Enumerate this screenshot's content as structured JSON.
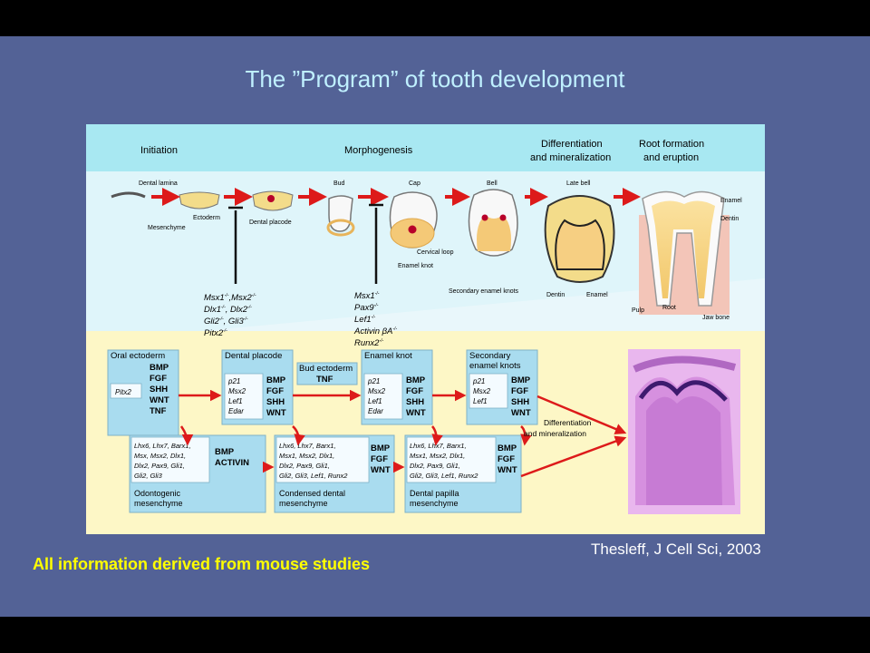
{
  "slide": {
    "title": "The ”Program” of tooth development",
    "citation": "Thesleff, J Cell Sci, 2003",
    "footnote": "All information derived from mouse studies"
  },
  "figure": {
    "stages": {
      "initiation": "Initiation",
      "morphogenesis": "Morphogenesis",
      "differentiation_1": "Differentiation",
      "differentiation_2": "and mineralization",
      "root_1": "Root formation",
      "root_2": "and eruption"
    },
    "labels": {
      "dental_lamina": "Dental lamina",
      "ectoderm": "Ectoderm",
      "mesenchyme": "Mesenchyme",
      "dental_placode": "Dental placode",
      "bud": "Bud",
      "cap": "Cap",
      "bell": "Bell",
      "late_bell": "Late bell",
      "cervical_loop": "Cervical loop",
      "enamel_knot": "Enamel knot",
      "secondary_enamel_knots": "Secondary enamel knots",
      "dentin": "Dentin",
      "enamel": "Enamel",
      "enamel_r": "Enamel",
      "dentin_r": "Dentin",
      "pulp": "Pulp",
      "root": "Root",
      "jaw_bone": "Jaw bone"
    },
    "knockouts_initiation": [
      "Msx1",
      "Msx2",
      "Dlx1",
      "Dlx2",
      "Gli2",
      "Gli3",
      "Pitx2"
    ],
    "knockouts_bud": [
      "Msx1",
      "Pax9",
      "Lef1",
      "Activin βA",
      "Runx2"
    ],
    "knockout_mark": "-/-",
    "boxes": {
      "oral_ectoderm": {
        "title": "Oral ectoderm",
        "inner": [
          "Pitx2"
        ],
        "signals": [
          "BMP",
          "FGF",
          "SHH",
          "WNT",
          "TNF"
        ]
      },
      "dental_placode": {
        "title": "Dental placode",
        "inner": [
          "p21",
          "Msx2",
          "Lef1",
          "Edar"
        ],
        "signals": [
          "BMP",
          "FGF",
          "SHH",
          "WNT"
        ]
      },
      "bud_ectoderm": {
        "title": "Bud ectoderm",
        "signals": [
          "TNF"
        ]
      },
      "enamel_knot": {
        "title": "Enamel knot",
        "inner": [
          "p21",
          "Msx2",
          "Lef1",
          "Edar"
        ],
        "signals": [
          "BMP",
          "FGF",
          "SHH",
          "WNT"
        ]
      },
      "secondary_knots": {
        "title": [
          "Secondary",
          "enamel knots"
        ],
        "inner": [
          "p21",
          "Msx2",
          "Lef1"
        ],
        "signals": [
          "BMP",
          "FGF",
          "SHH",
          "WNT"
        ]
      },
      "odontogenic": {
        "genes": [
          "Lhx6, Lhx7, Barx1,",
          "Msx, Msx2, Dlx1,",
          "Dlx2, Pax9, Gli1,",
          "Gli2, Gli3"
        ],
        "signals": [
          "BMP",
          "ACTIVIN"
        ],
        "caption": [
          "Odontogenic",
          "mesenchyme"
        ]
      },
      "condensed": {
        "genes": [
          "Lhx6, Lhx7, Barx1,",
          "Msx1, Msx2, Dlx1,",
          "Dlx2, Pax9, Gli1,",
          "Gli2, Gli3, Lef1, Runx2"
        ],
        "signals": [
          "BMP",
          "FGF",
          "WNT"
        ],
        "caption": [
          "Condensed dental",
          "mesenchyme"
        ]
      },
      "papilla": {
        "genes": [
          "Lhx6, Lhx7, Barx1,",
          "Msx1, Msx2, Dlx1,",
          "Dlx2, Pax9, Gli1,",
          "Gli2, Gli3, Lef1, Runx2"
        ],
        "signals": [
          "BMP",
          "FGF",
          "WNT"
        ],
        "caption": [
          "Dental papilla",
          "mesenchyme"
        ]
      }
    },
    "diff_label": [
      "Differentiation",
      "and mineralization"
    ]
  },
  "colors": {
    "background": "#536296",
    "title": "#bff0ff",
    "footnote": "#ffff00",
    "arrow": "#dd1a1a",
    "box": "#a9dcef"
  }
}
